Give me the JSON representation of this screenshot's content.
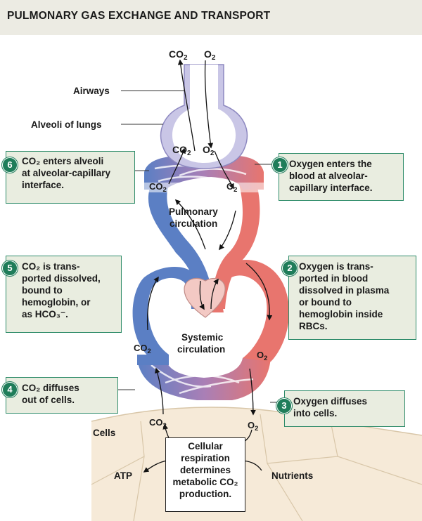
{
  "title": "PULMONARY GAS EXCHANGE AND TRANSPORT",
  "gases": {
    "co2": "CO",
    "co2_sub": "2",
    "o2": "O",
    "o2_sub": "2"
  },
  "labels": {
    "airways": "Airways",
    "alveoli": "Alveoli of lungs",
    "pulmonary_1": "Pulmonary",
    "pulmonary_2": "circulation",
    "systemic_1": "Systemic",
    "systemic_2": "circulation",
    "cells": "Cells",
    "atp": "ATP",
    "nutrients": "Nutrients"
  },
  "respiration_box": "Cellular\nrespiration\ndetermines\nmetabolic CO₂\nproduction.",
  "callouts": [
    {
      "number": "1",
      "text": "Oxygen enters the\nblood at alveolar-\ncapillary interface."
    },
    {
      "number": "2",
      "text": "Oxygen is trans-\nported in blood\ndissolved in plasma\nor bound to\nhemoglobin inside\nRBCs."
    },
    {
      "number": "3",
      "text": "Oxygen diffuses\ninto cells."
    },
    {
      "number": "4",
      "text": "CO₂ diffuses\nout of cells."
    },
    {
      "number": "5",
      "text": "CO₂ is trans-\nported dissolved,\nbound to\nhemoglobin, or\nas HCO₃⁻."
    },
    {
      "number": "6",
      "text": "CO₂ enters alveoli\nat alveolar-capillary\ninterface."
    }
  ],
  "colors": {
    "oxygenated": "#e8756e",
    "deoxygenated": "#5b7fc4",
    "airway": "#c9c6e6",
    "callout_accent": "#1f7d5a",
    "callout_bg": "#e9ede0"
  }
}
